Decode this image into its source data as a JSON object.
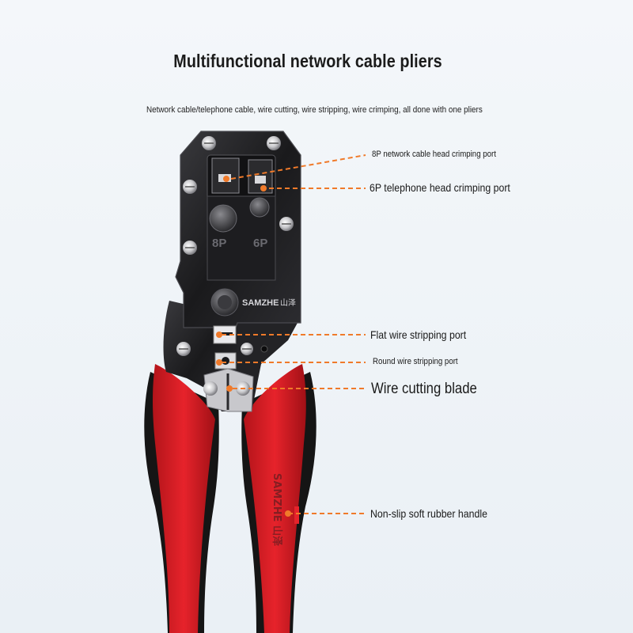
{
  "title": "Multifunctional network cable pliers",
  "subtitle": "Network cable/telephone cable, wire cutting, wire stripping, wire crimping, all done with one pliers",
  "callouts": {
    "port_8p": "8P network cable head crimping port",
    "port_6p": "6P telephone head crimping port",
    "flat_strip": "Flat wire stripping port",
    "round_strip": "Round wire stripping port",
    "cutting_blade": "Wire cutting blade",
    "handle": "Non-slip soft rubber handle"
  },
  "tool_markings": {
    "die_8p": "8P",
    "die_6p": "6P",
    "brand": "SAMZHE",
    "brand_cn": "山泽",
    "handle_brand": "SAMZHE 山泽"
  },
  "colors": {
    "accent_line": "#f07a2a",
    "handle_red": "#d71920",
    "handle_black": "#151515",
    "steel": "#1c1c1e"
  }
}
